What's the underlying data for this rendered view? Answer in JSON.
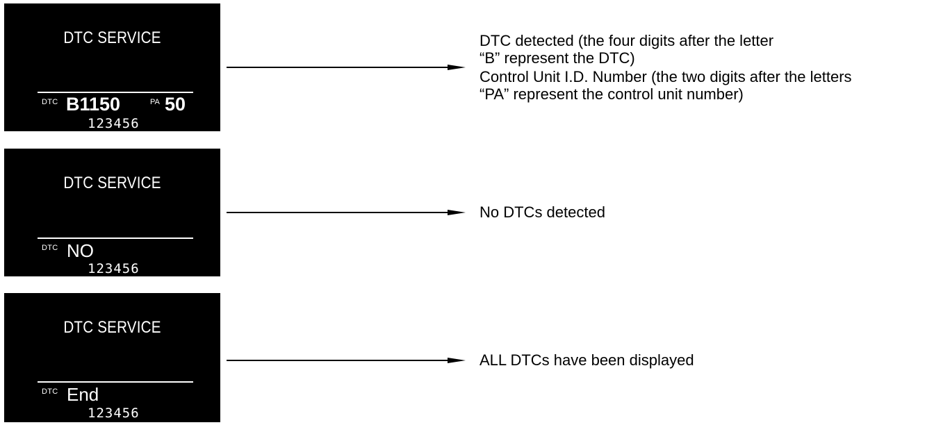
{
  "screens": [
    {
      "title": "DTC SERVICE",
      "dtc_prefix": "DTC",
      "dtc_value": "B1150",
      "pa_prefix": "PA",
      "pa_value": "50",
      "serial": "123456"
    },
    {
      "title": "DTC SERVICE",
      "dtc_prefix": "DTC",
      "dtc_value": "NO",
      "serial": "123456"
    },
    {
      "title": "DTC SERVICE",
      "dtc_prefix": "DTC",
      "dtc_value": "End",
      "serial": "123456"
    }
  ],
  "descriptions": [
    {
      "lines": [
        "DTC detected (the four digits after the letter",
        "“B” represent the DTC)",
        "Control Unit I.D. Number (the two digits after the letters",
        "“PA” represent the control unit number)"
      ]
    },
    {
      "lines": [
        "No DTCs detected"
      ]
    },
    {
      "lines": [
        "ALL DTCs have been displayed"
      ]
    }
  ],
  "colors": {
    "screen_background": "#000000",
    "screen_text": "#ffffff",
    "page_background": "#ffffff",
    "text": "#000000"
  }
}
